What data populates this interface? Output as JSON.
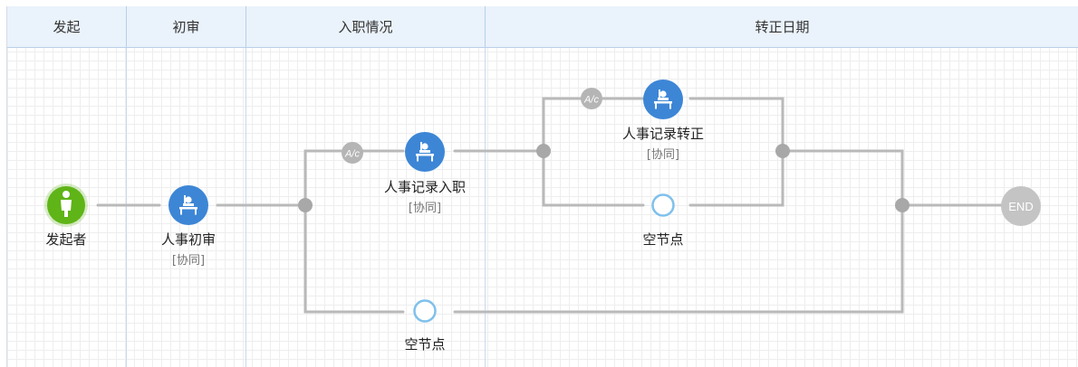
{
  "lanes": [
    "发起",
    "初审",
    "入职情况",
    "转正日期"
  ],
  "nodes": {
    "start": {
      "label": "发起者"
    },
    "review": {
      "label": "人事初审",
      "sub": "[协同]"
    },
    "onboard": {
      "label": "人事记录入职",
      "sub": "[协同]"
    },
    "regular": {
      "label": "人事记录转正",
      "sub": "[协同]"
    },
    "empty_upper": {
      "label": "空节点"
    },
    "empty_lower": {
      "label": "空节点"
    },
    "end": {
      "label": "END"
    }
  },
  "condition_badge": "A/c",
  "colors": {
    "line": "#b9b9b9",
    "node_blue": "#3d86d6",
    "start_green": "#5fb417",
    "junction": "#a8a8a8",
    "empty_node": "#7fc0ec",
    "end_gray": "#c4c4c4",
    "header_bg": "#eaf2fb"
  }
}
